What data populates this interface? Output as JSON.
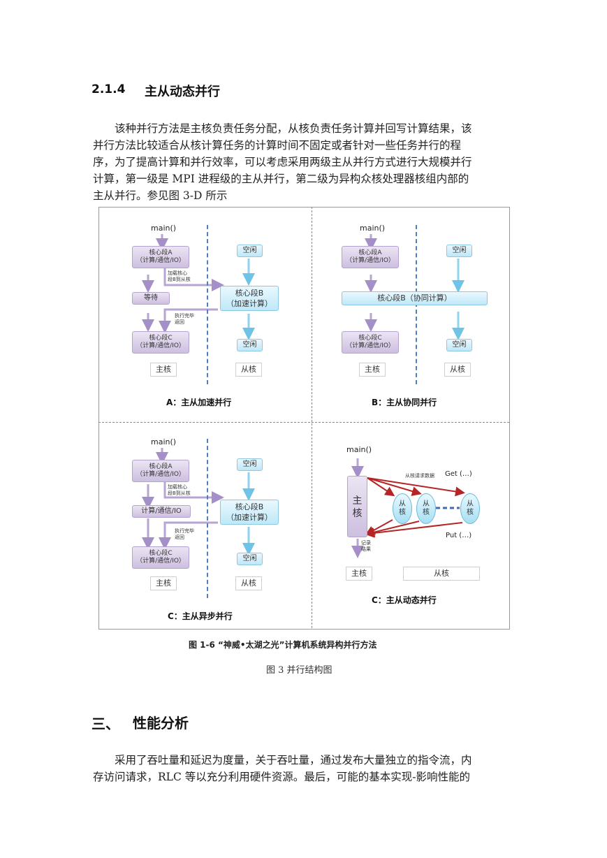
{
  "section": {
    "number": "2.1.4",
    "title": "主从动态并行"
  },
  "paragraph1": [
    "该种并行方法是主核负责任务分配，从核负责任务计算并回写计算结果，该",
    "并行方法比较适合从核计算任务的计算时间不固定或者针对一些任务并行的程",
    "序，为了提高计算和并行效率，可以考虑采用两级主从并行方式进行大规模并行",
    "计算，第一级是 MPI 进程级的主从并行，第二级为异构众核处理器核组内部的",
    "主从并行。参见图 3-D 所示"
  ],
  "figure": {
    "main": "main()",
    "segA": [
      "核心段A",
      "（计算/通信/IO）"
    ],
    "segC": [
      "核心段C",
      "（计算/通信/IO）"
    ],
    "segB": [
      "核心段B",
      "（加速计算）"
    ],
    "segB_wide": "核心段B（协同计算）",
    "idle": "空闲",
    "wait": "等待",
    "calc_io": "计算/通信/IO",
    "load": [
      "加载核心",
      "段B到从核"
    ],
    "done": [
      "执行完毕",
      "返回"
    ],
    "master": "主核",
    "slave": "从核",
    "master_big": [
      "主",
      "核"
    ],
    "slave_small": [
      "从",
      "核"
    ],
    "slave_request": "从核请求数据",
    "get": "Get (…)",
    "put": "Put (…)",
    "record": [
      "记录",
      "结果"
    ],
    "captions": [
      "A：主从加速并行",
      "B：主从协同并行",
      "C：主从异步并行",
      "C：主从动态并行"
    ],
    "inner_caption": "图 1-6 “神威•太湖之光”计算机系统异构并行方法",
    "caption": "图 3 并行结构图"
  },
  "section2": {
    "number": "三、",
    "title": "性能分析"
  },
  "paragraph2": [
    "采用了吞吐量和延迟为度量，关于吞吐量，通过发布大量独立的指令流，内",
    "存访问请求，RLC 等以充分利用硬件资源。最后，可能的基本实现-影响性能的"
  ]
}
